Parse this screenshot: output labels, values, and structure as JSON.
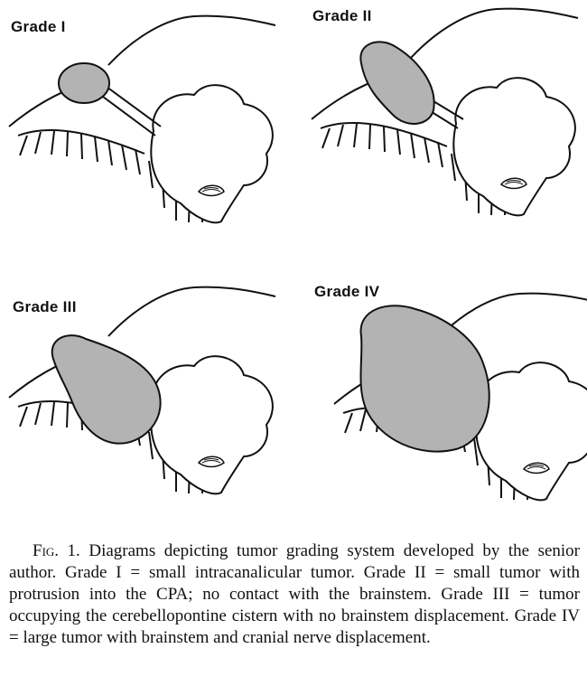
{
  "panels": [
    {
      "label": "Grade I"
    },
    {
      "label": "Grade II"
    },
    {
      "label": "Grade III"
    },
    {
      "label": "Grade IV"
    }
  ],
  "caption": {
    "figure_label": "Fig. 1.",
    "text": "Diagrams depicting tumor grading system developed by the senior author. Grade I = small intracanalicular tumor. Grade II = small tumor with protrusion into the CPA; no contact with the brainstem. Grade III = tumor occupying the cerebellopontine cistern with no brainstem displacement. Grade IV = large tumor with brainstem and cranial nerve displacement."
  },
  "colors": {
    "tumor": "#b3b3b3",
    "line": "#111111"
  }
}
